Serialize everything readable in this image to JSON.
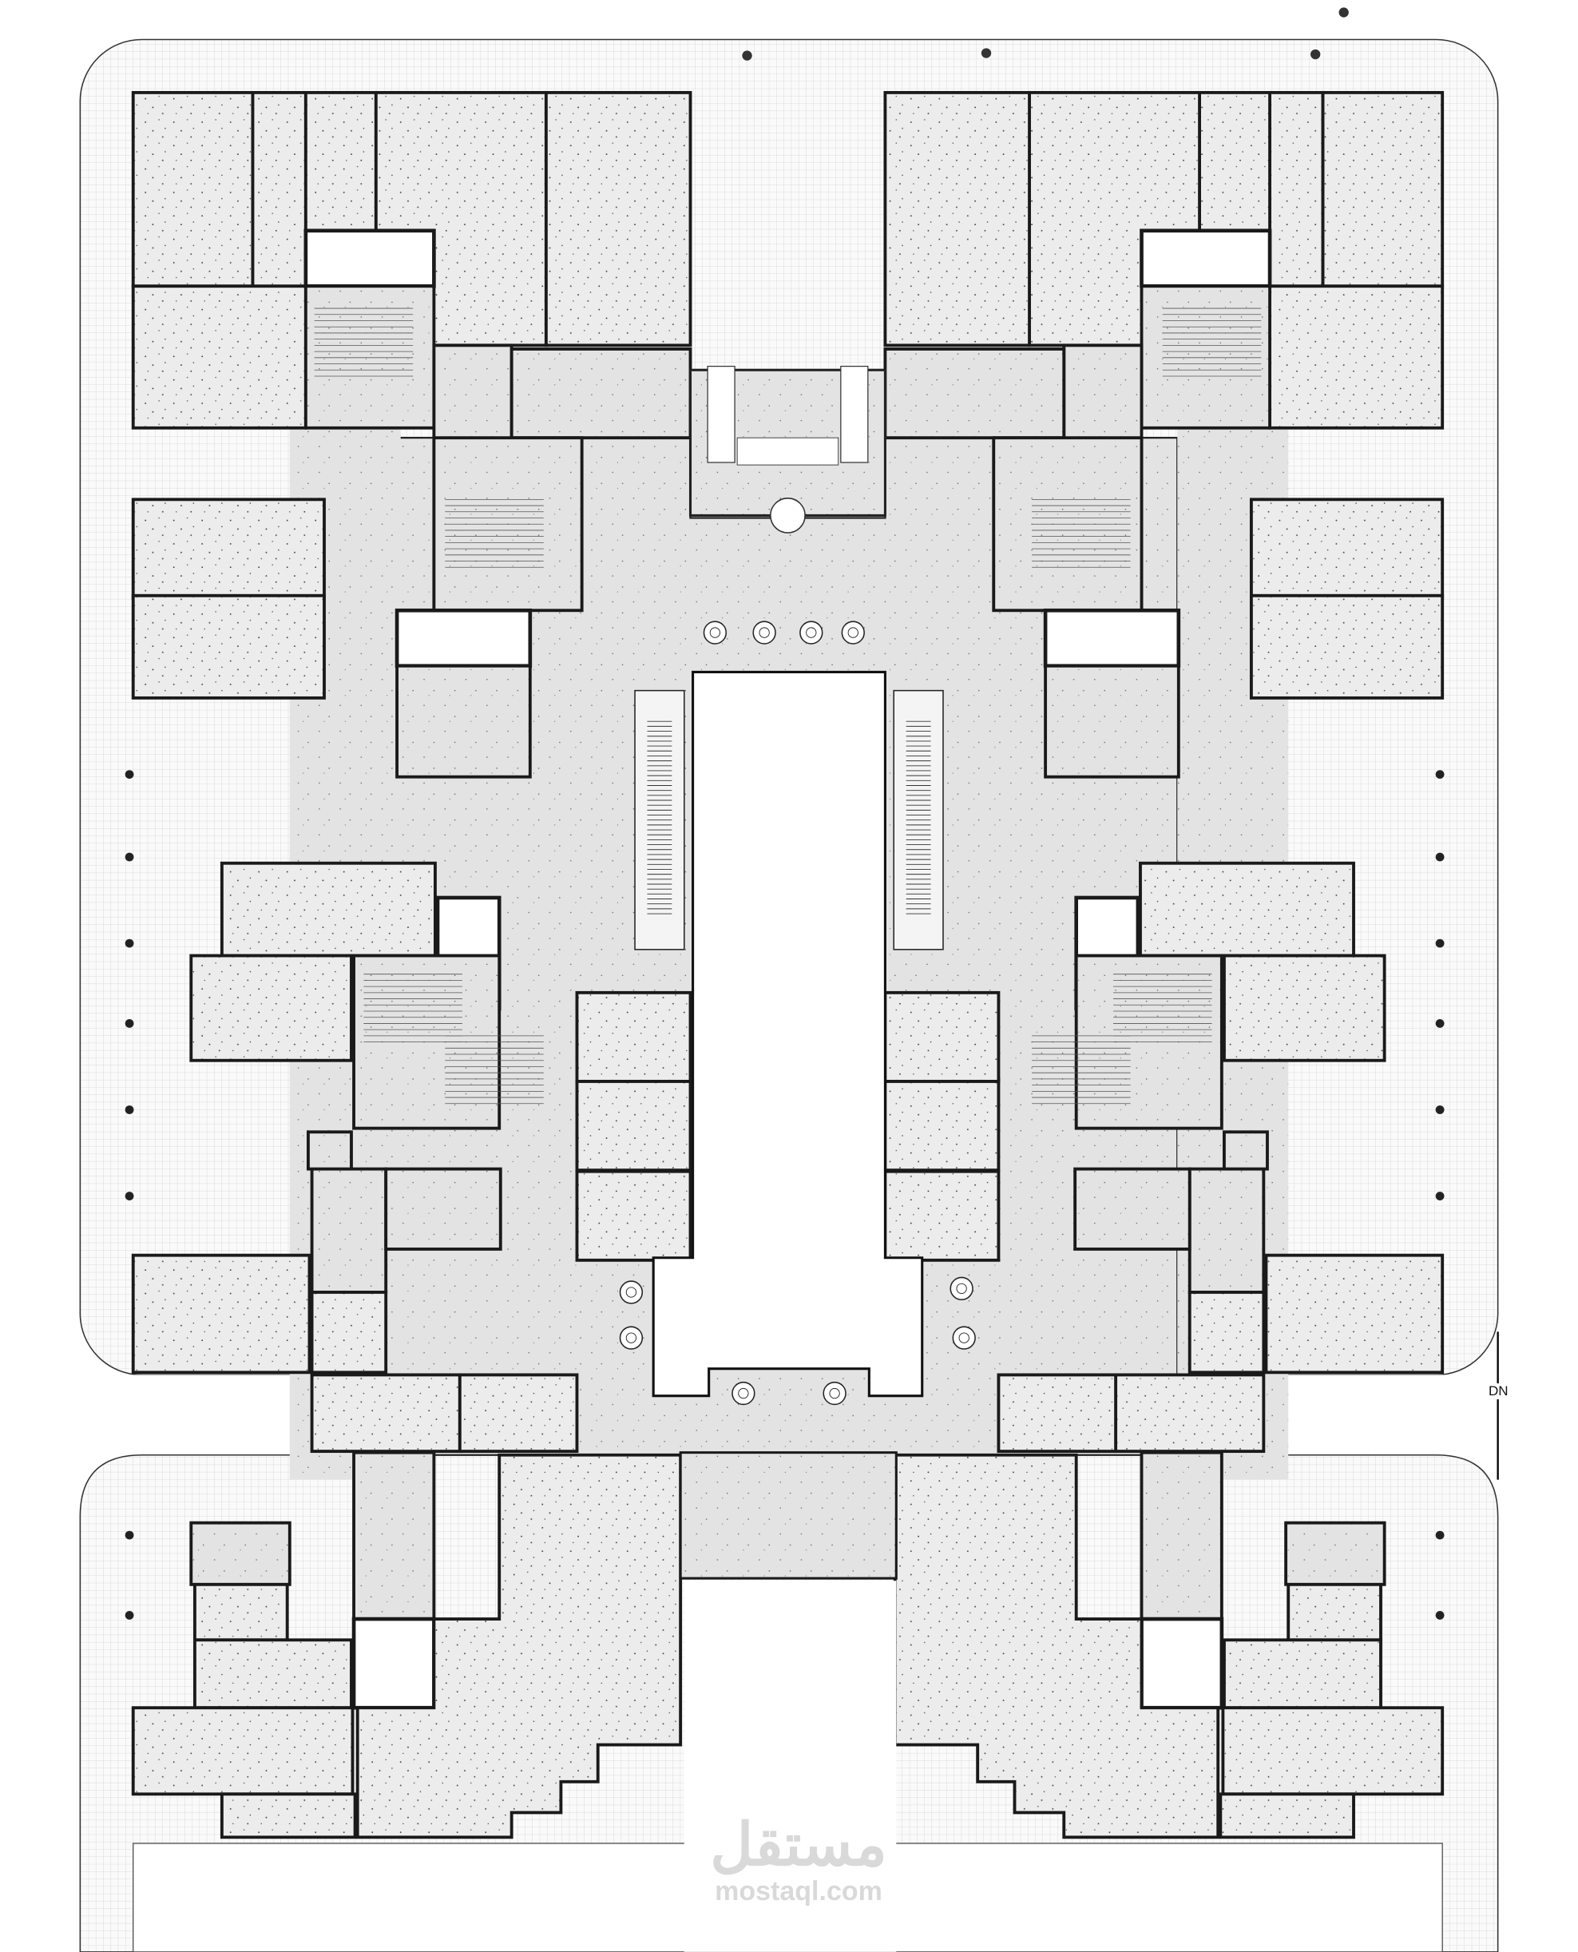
{
  "plan": {
    "annotation_dn": "DN",
    "watermark": {
      "arabic": "مستقل",
      "latin": "mostaql.com"
    },
    "colors": {
      "wall": "#1a1a1a",
      "room_fill": "#ececec",
      "hall_fill": "#e4e4e4",
      "grid": "#d2d2d2",
      "void": "#ffffff"
    }
  }
}
